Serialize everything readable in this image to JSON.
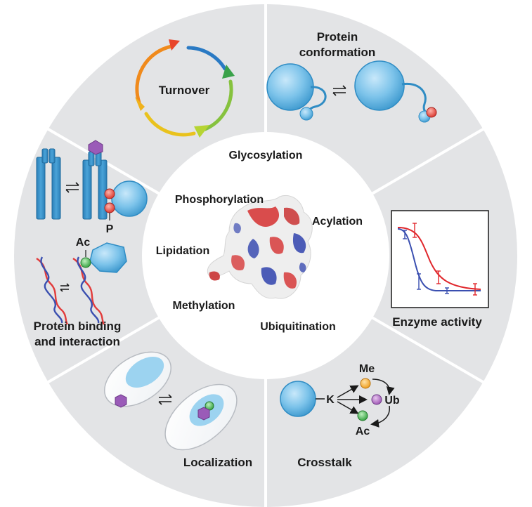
{
  "center_labels": {
    "glycosylation": "Glycosylation",
    "phosphorylation": "Phosphorylation",
    "acylation": "Acylation",
    "lipidation": "Lipidation",
    "methylation": "Methylation",
    "ubiquitination": "Ubiquitination"
  },
  "segments": {
    "turnover": {
      "label": "Turnover"
    },
    "conformation": {
      "label_line1": "Protein",
      "label_line2": "conformation"
    },
    "binding": {
      "label_line1": "Protein binding",
      "label_line2": "and interaction",
      "p_label": "P",
      "ac_label": "Ac"
    },
    "enzyme": {
      "label": "Enzyme activity"
    },
    "localization": {
      "label": "Localization"
    },
    "crosstalk": {
      "label": "Crosstalk",
      "k_label": "K",
      "me_label": "Me",
      "ub_label": "Ub",
      "ac_label": "Ac"
    }
  },
  "colors": {
    "ring": "#e3e4e6",
    "protein": "#7cc3ea",
    "protein_dark": "#2f8cc4",
    "phospho": "#e8463a",
    "acetyl": "#3cb44b",
    "methyl": "#f5a623",
    "ubiquitin": "#b36bc4",
    "curve_red": "#e0262b",
    "curve_blue": "#3a4fb0"
  }
}
